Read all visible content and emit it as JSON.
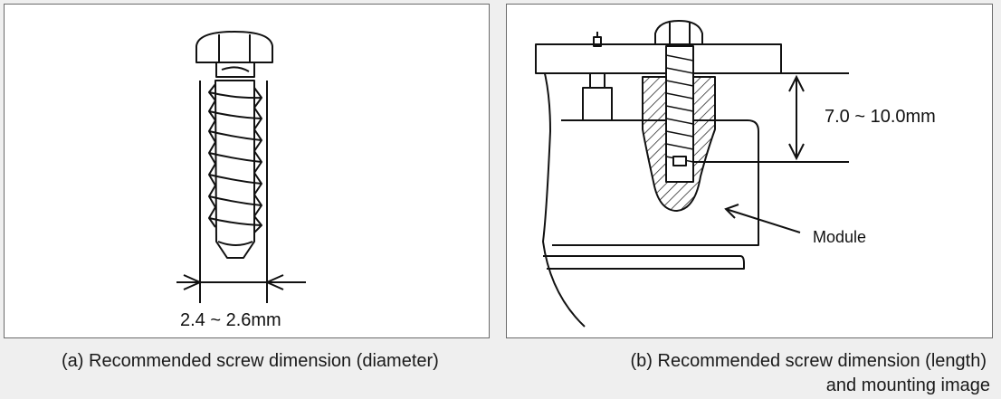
{
  "panel_a": {
    "dimension_label": "2.4 ~ 2.6mm",
    "caption": "(a) Recommended screw dimension (diameter)"
  },
  "panel_b": {
    "dimension_label": "7.0 ~ 10.0mm",
    "module_label": "Module",
    "caption_line1": "(b) Recommended screw dimension (length)",
    "caption_line2": "and mounting image"
  }
}
